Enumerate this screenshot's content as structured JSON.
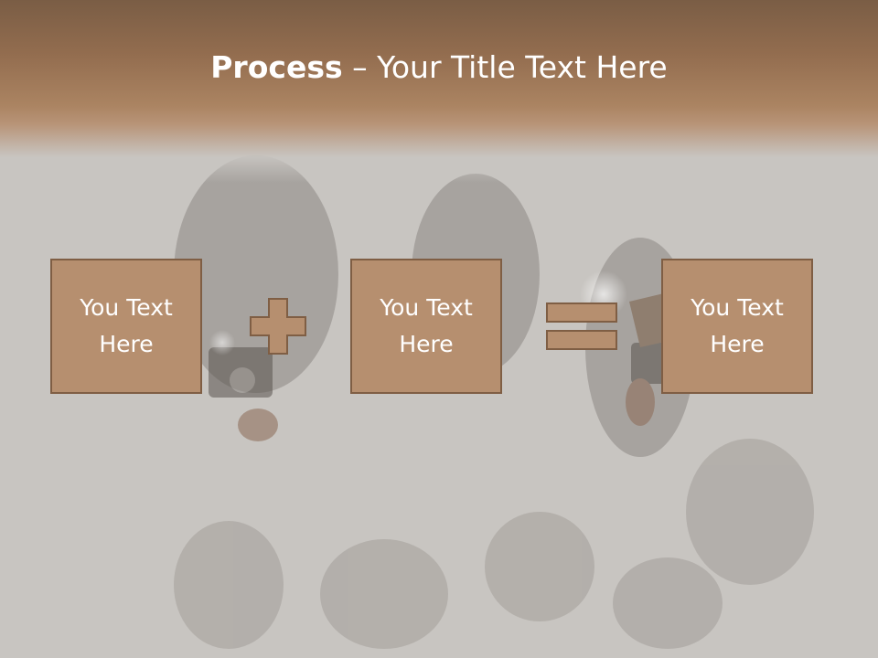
{
  "slide": {
    "title_bold": "Process",
    "title_separator": " – ",
    "title_rest": "Your Title Text Here"
  },
  "boxes": [
    {
      "text": "You Text Here"
    },
    {
      "text": "You Text Here"
    },
    {
      "text": "You Text Here"
    }
  ],
  "operators": [
    "plus-icon",
    "equals-icon"
  ],
  "colors": {
    "header": "#ab8462",
    "box_fill": "#b68f6f",
    "box_border": "#7f5e44",
    "background": "#c8c5c1",
    "text": "#ffffff"
  }
}
